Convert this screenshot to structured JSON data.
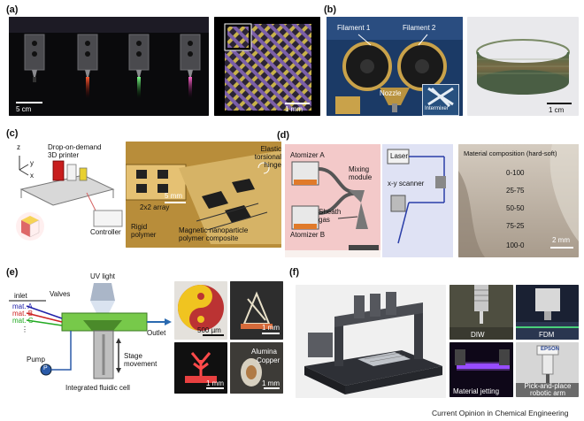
{
  "panels": {
    "a": {
      "label": "(a)",
      "scale_left": "5 cm",
      "scale_right": "1 mm"
    },
    "b": {
      "label": "(b)",
      "filament1": "Filament 1",
      "filament2": "Filament 2",
      "nozzle": "Nozzle",
      "intermixer": "Intermixer",
      "scale": "1 cm"
    },
    "c": {
      "label": "(c)",
      "axis_z": "z",
      "axis_y": "y",
      "axis_x": "x",
      "printer": "Drop-on-demand 3D printer",
      "controller": "Controller",
      "array": "2x2 array",
      "scale": "5 mm",
      "hinge": "Elastic torsional hinge",
      "rigid": "Rigid polymer",
      "composite": "Magnetic nanoparticle polymer composite"
    },
    "d": {
      "label": "(d)",
      "atomizer_a": "Atomizer A",
      "atomizer_b": "Atomizer B",
      "mixing": "Mixing module",
      "sheath": "Sheath gas",
      "laser": "Laser",
      "scanner": "x-y scanner",
      "comp_title": "Material composition (hard-soft)",
      "compositions": [
        "0-100",
        "25-75",
        "50-50",
        "75-25",
        "100-0"
      ],
      "scale": "2 mm"
    },
    "e": {
      "label": "(e)",
      "uv": "UV light",
      "inlet": "inlet",
      "valves": "Valves",
      "materials": [
        "mat. A",
        "mat. B",
        "mat. C",
        "⋮"
      ],
      "outlet": "Outlet",
      "pump": "Pump",
      "stage": "Stage movement",
      "cell": "Integrated fluidic cell",
      "pump_symbol": "P",
      "scale1": "500 µm",
      "scale2": "1 mm",
      "scale3": "1 mm",
      "scale4": "1 mm",
      "alumina": "Alumina",
      "copper": "Copper"
    },
    "f": {
      "label": "(f)",
      "diw": "DIW",
      "fdm": "FDM",
      "jetting": "Material jetting",
      "robot": "Pick-and-place robotic arm",
      "epson": "EPSON"
    }
  },
  "credit": "Current Opinion in Chemical Engineering"
}
